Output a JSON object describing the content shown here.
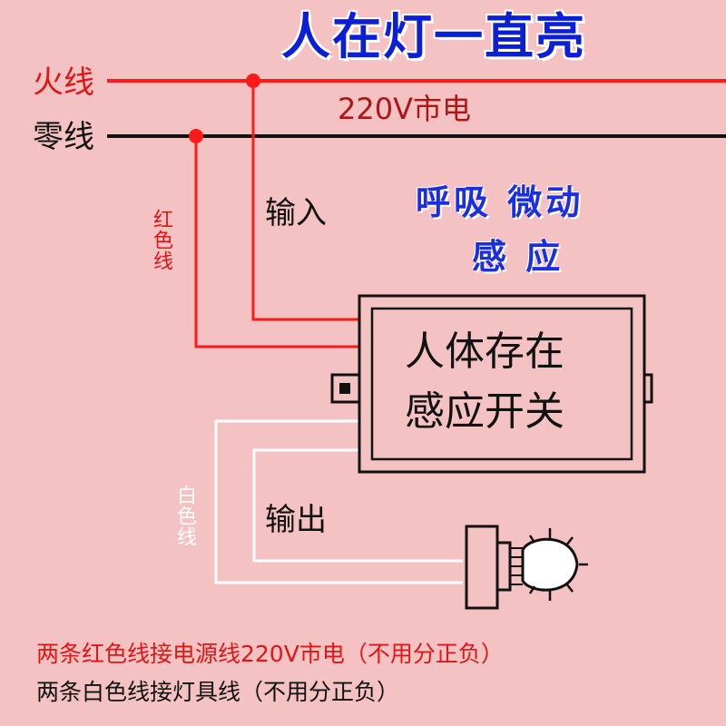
{
  "title": "人在灯一直亮",
  "wires": {
    "live": "火线",
    "neutral": "零线",
    "mains": "220V市电",
    "red_wire": "红色线",
    "white_wire": "白色线"
  },
  "terminals": {
    "input": "输入",
    "output": "输出"
  },
  "sensor_type": {
    "line1": "呼吸 微动",
    "line2": "感 应"
  },
  "device": {
    "line1": "人体存在",
    "line2": "感应开关"
  },
  "notes": {
    "red": "两条红色线接电源线220V市电（不用分正负）",
    "white": "两条白色线接灯具线（不用分正负）"
  },
  "colors": {
    "background": "#f4c2c2",
    "live_wire": "#ff1a1a",
    "neutral_wire": "#111111",
    "title": "#0a1fd6",
    "white_wire": "#ffffff"
  },
  "icons": [
    "junction-dot",
    "light-bulb-icon"
  ]
}
